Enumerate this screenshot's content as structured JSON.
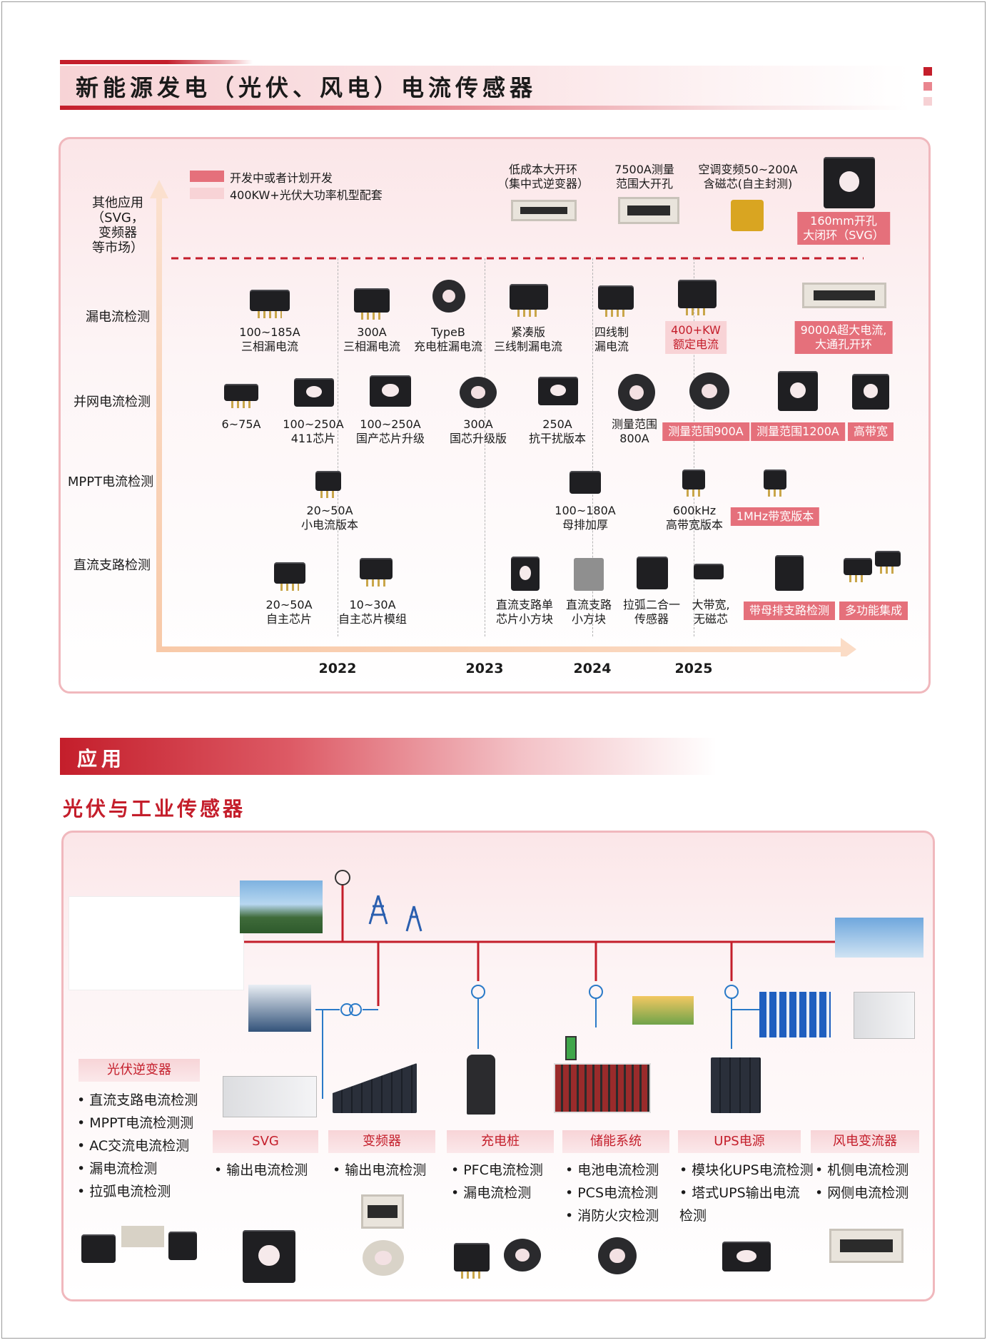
{
  "section1": {
    "title": "新能源发电（光伏、风电）电流传感器",
    "legend": [
      {
        "label": "开发中或者计划开发",
        "color": "#e5707b"
      },
      {
        "label": "400KW+光伏大功率机型配套",
        "color": "#f8d3d6"
      }
    ],
    "rows": [
      {
        "label_lines": [
          "其他应用",
          "（SVG，",
          "变频器",
          "等市场）"
        ]
      },
      {
        "label": "漏电流检测"
      },
      {
        "label": "并网电流检测"
      },
      {
        "label": "MPPT电流检测"
      },
      {
        "label": "直流支路检测"
      }
    ],
    "years": [
      "2022",
      "2023",
      "2024",
      "2025"
    ],
    "other": [
      {
        "lines": [
          "低成本大开环",
          "（集中式逆变器）"
        ]
      },
      {
        "lines": [
          "7500A测量",
          "范围大开孔"
        ]
      },
      {
        "lines": [
          "空调变频50~200A",
          "含磁芯(自主封测)"
        ]
      },
      {
        "lines": [
          "160mm开孔",
          "大闭环（SVG）"
        ]
      }
    ],
    "leakage": [
      {
        "lines": [
          "100~185A",
          "三相漏电流"
        ]
      },
      {
        "lines": [
          "300A",
          "三相漏电流"
        ]
      },
      {
        "lines": [
          "TypeB",
          "充电桩漏电流"
        ]
      },
      {
        "lines": [
          "紧凑版",
          "三线制漏电流"
        ]
      },
      {
        "lines": [
          "四线制",
          "漏电流"
        ]
      },
      {
        "lines": [
          "400+KW",
          "额定电流"
        ]
      },
      {
        "lines": [
          "9000A超大电流,",
          "大通孔开环"
        ]
      }
    ],
    "grid": [
      {
        "lines": [
          "6~75A"
        ]
      },
      {
        "lines": [
          "100~250A",
          "411芯片"
        ]
      },
      {
        "lines": [
          "100~250A",
          "国产芯片升级"
        ]
      },
      {
        "lines": [
          "300A",
          "国芯升级版"
        ]
      },
      {
        "lines": [
          "250A",
          "抗干扰版本"
        ]
      },
      {
        "lines": [
          "测量范围",
          "800A"
        ]
      },
      {
        "lines": [
          "测量范围900A"
        ]
      },
      {
        "lines": [
          "测量范围1200A"
        ]
      },
      {
        "lines": [
          "高带宽"
        ]
      }
    ],
    "mppt": [
      {
        "lines": [
          "20~50A",
          "小电流版本"
        ]
      },
      {
        "lines": [
          "100~180A",
          "母排加厚"
        ]
      },
      {
        "lines": [
          "600kHz",
          "高带宽版本"
        ]
      },
      {
        "lines": [
          "1MHz带宽版本"
        ]
      }
    ],
    "dc": [
      {
        "lines": [
          "20~50A",
          "自主芯片"
        ]
      },
      {
        "lines": [
          "10~30A",
          "自主芯片模组"
        ]
      },
      {
        "lines": [
          "直流支路单",
          "芯片小方块"
        ]
      },
      {
        "lines": [
          "直流支路",
          "小方块"
        ]
      },
      {
        "lines": [
          "拉弧二合一",
          "传感器"
        ]
      },
      {
        "lines": [
          "大带宽,",
          "无磁芯"
        ]
      },
      {
        "lines": [
          "带母排支路检测"
        ]
      },
      {
        "lines": [
          "多功能集成"
        ]
      }
    ]
  },
  "section2": {
    "title": "应用",
    "subtitle": "光伏与工业传感器",
    "categories": [
      {
        "name": "光伏逆变器",
        "items": [
          "直流支路电流检测",
          "MPPT电流检测测",
          "AC交流电流检测",
          "漏电流检测",
          "拉弧电流检测"
        ]
      },
      {
        "name": "SVG",
        "items": [
          "输出电流检测"
        ]
      },
      {
        "name": "变频器",
        "items": [
          "输出电流检测"
        ]
      },
      {
        "name": "充电桩",
        "items": [
          "PFC电流检测",
          "漏电流检测"
        ]
      },
      {
        "name": "储能系统",
        "items": [
          "电池电流检测",
          "PCS电流检测",
          "消防火灾检测"
        ]
      },
      {
        "name": "UPS电源",
        "items": [
          "模块化UPS电流检测",
          "塔式UPS输出电流",
          "检测"
        ],
        "bullets": [
          true,
          true,
          false
        ]
      },
      {
        "name": "风电变流器",
        "items": [
          "机侧电流检测",
          "网侧电流检测"
        ]
      }
    ]
  },
  "colors": {
    "accent": "#c41e2b",
    "tag": "#e5707b",
    "light": "#f8d3d6",
    "arrow": "#f8c9a8"
  }
}
